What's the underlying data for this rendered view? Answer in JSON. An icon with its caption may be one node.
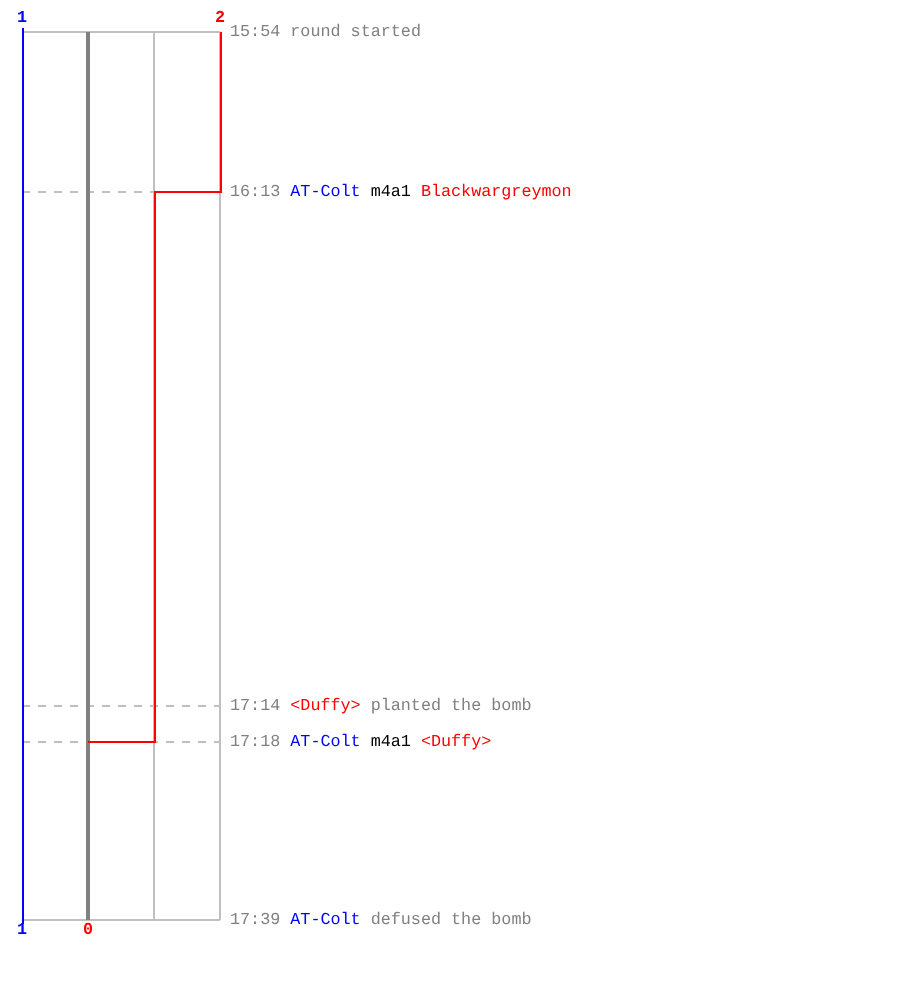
{
  "diagram": {
    "labels": [
      "1",
      "2",
      "15:54",
      "round started",
      "16:13",
      "AT-Colt",
      "m4a1",
      "Blackwargreymon",
      "17:14",
      "<Duffy>",
      "planted the bomb",
      "17:18",
      "AT-Colt",
      "m4a1",
      "<Duffy>",
      "17:39",
      "AT-Colt",
      "defused the bomb",
      "1",
      "0"
    ]
  }
}
